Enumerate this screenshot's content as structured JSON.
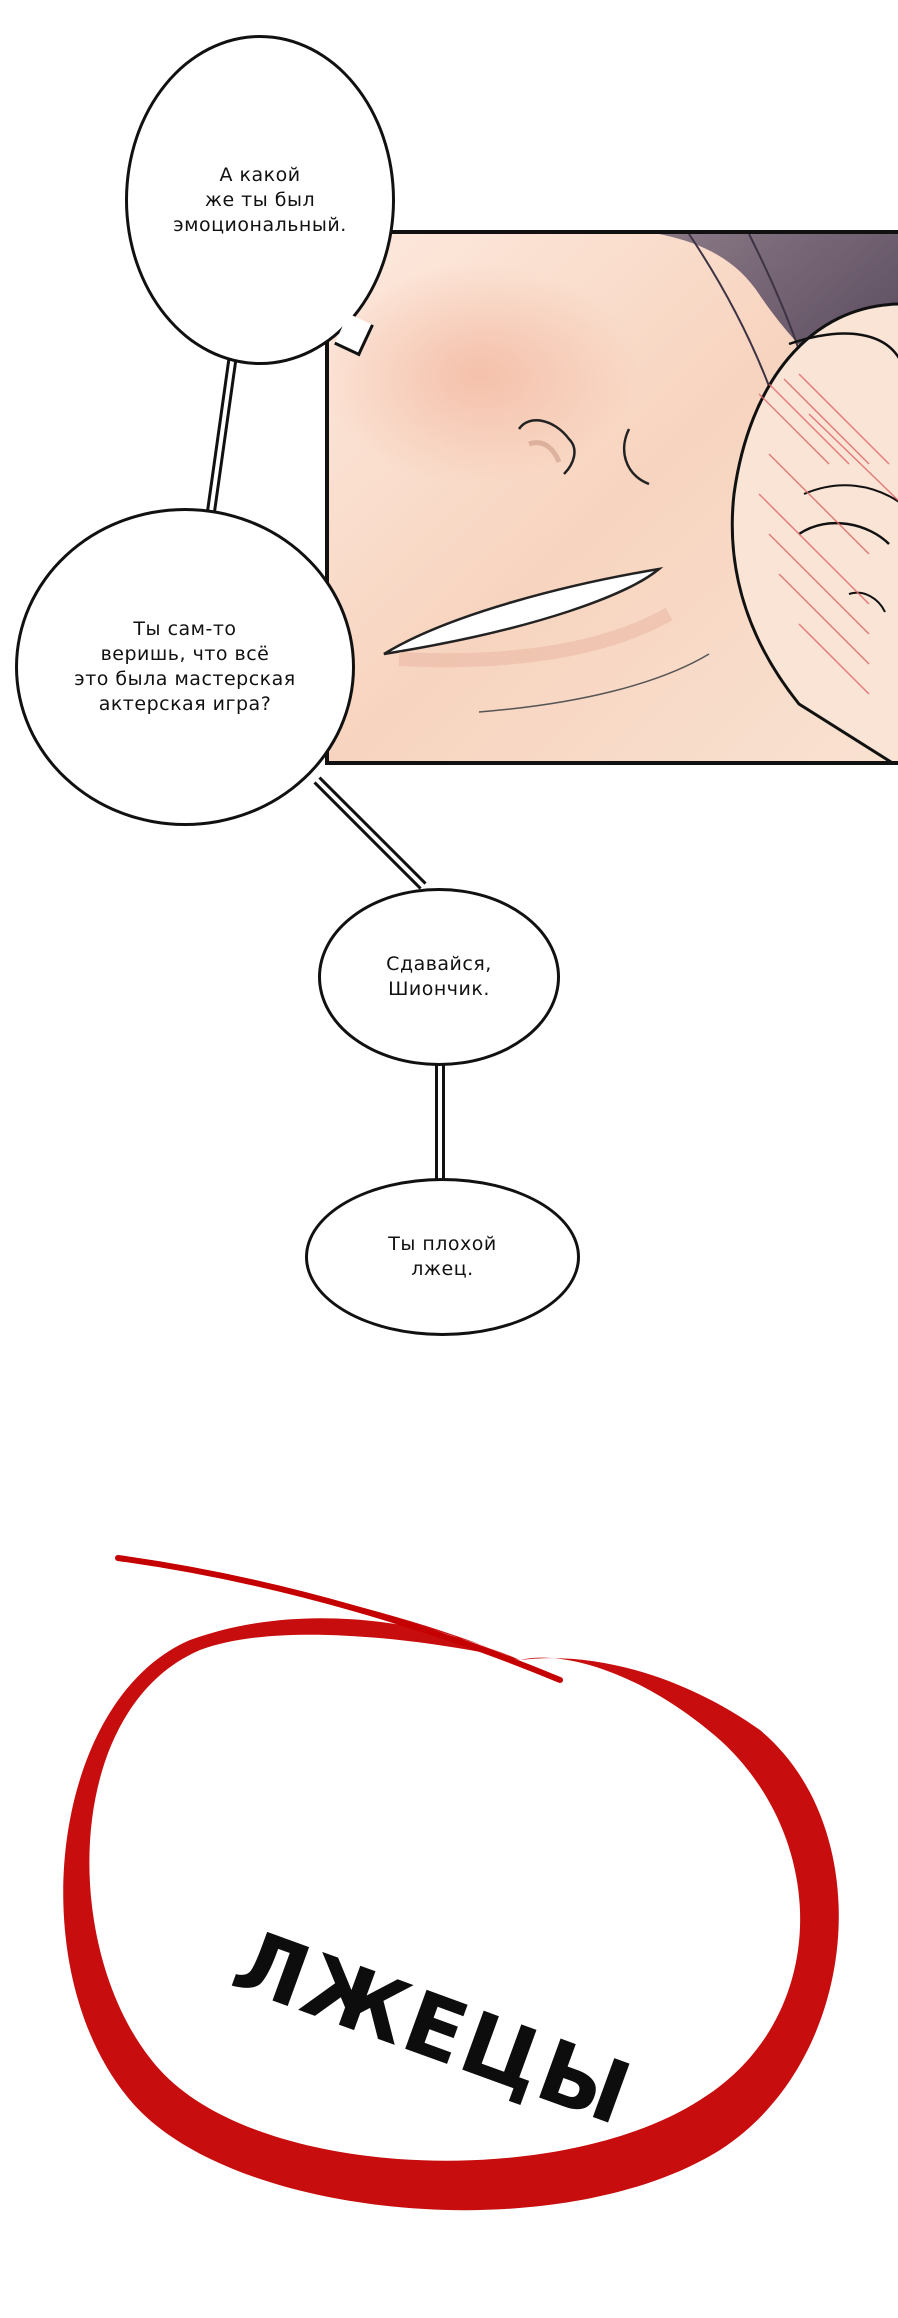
{
  "bubbles": [
    {
      "id": "b1",
      "text": "А какой\nже ты был\nэмоциональный."
    },
    {
      "id": "b2",
      "text": "Ты сам-то\nверишь, что всё\nэто была мастерская\nактерская игра?"
    },
    {
      "id": "b3",
      "text": "Сдавайся,\nШиончик."
    },
    {
      "id": "b4",
      "text": "Ты плохой\nлжец."
    }
  ],
  "sfx": {
    "text": "ЛЖЕЦЫ",
    "ring_color": "#c40000"
  },
  "colors": {
    "skin": "#f6dccb",
    "hair": "#6b5a68",
    "outline": "#111111",
    "blush": "#e06a6a"
  }
}
